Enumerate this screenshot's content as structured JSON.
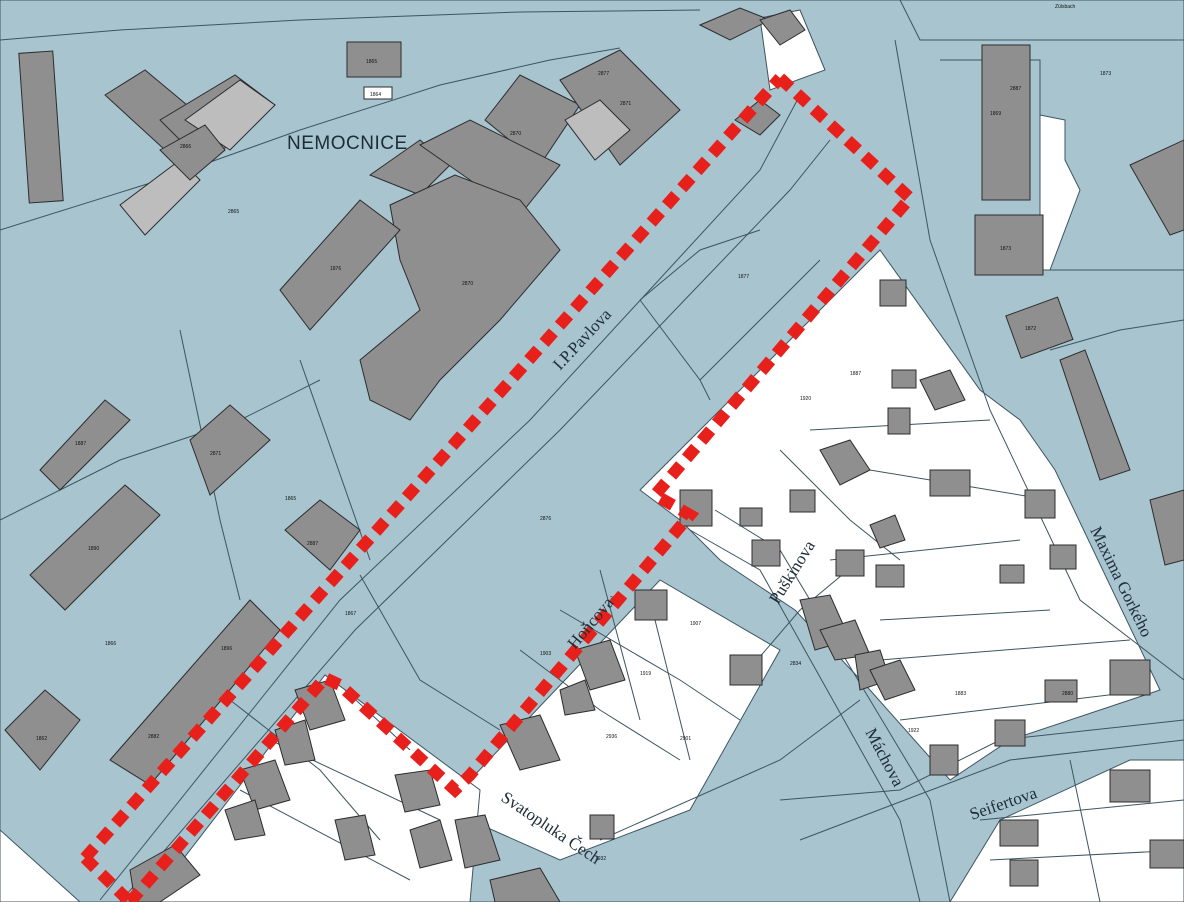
{
  "area_label": "NEMOCNICE",
  "streets": {
    "ip_pavlova": "I.P.Pavlova",
    "hoficova": "Hoňcova",
    "puskinova": "Puškinova",
    "maxima_gorkeho": "Maxima Gorkého",
    "machova": "Máchova",
    "seifertova": "Seifertova",
    "svatopluka_cecha": "Svatopluka Čech",
    "top_edge": "Zülsbach"
  },
  "parcel_numbers": [
    "1865",
    "1864",
    "2870",
    "2871",
    "2877",
    "2866",
    "2865",
    "1876",
    "2870",
    "1862",
    "1865",
    "1887",
    "1890",
    "2871",
    "1866",
    "2887",
    "1867",
    "1896",
    "2882",
    "2876",
    "1877",
    "2887",
    "1873",
    "1869",
    "1873",
    "1872",
    "1887",
    "1920",
    "2918",
    "1919",
    "1907",
    "2936",
    "2901",
    "2834",
    "1903",
    "1922",
    "1883",
    "2880",
    "1932"
  ],
  "colors": {
    "parcel_fill": "#a7c4cf",
    "building_fill": "#8f8f8f",
    "boundary_red": "#e8201c"
  }
}
